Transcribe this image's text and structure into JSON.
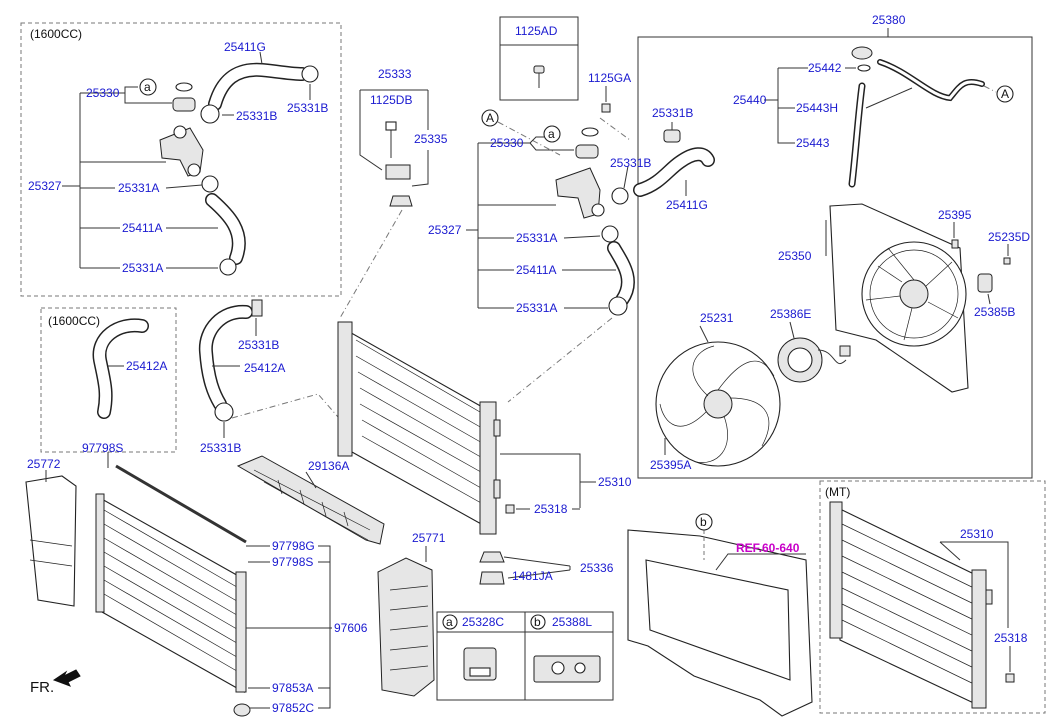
{
  "labels": {
    "g1600cc_top": "(1600CC)",
    "g1600cc_mid": "(1600CC)",
    "mt": "(MT)",
    "p25411G_l": "25411G",
    "p25330_l": "25330",
    "p25331B_l1": "25331B",
    "p25331B_l2": "25331B",
    "p25327_l": "25327",
    "p25331A_l1": "25331A",
    "p25411A_l": "25411A",
    "p25331A_l2": "25331A",
    "p25412A_1": "25412A",
    "p25331B_m1": "25331B",
    "p25412A_2": "25412A",
    "p25331B_m2": "25331B",
    "p25333": "25333",
    "p1125DB": "1125DB",
    "p25335": "25335",
    "p1125AD": "1125AD",
    "p1125GA": "1125GA",
    "p25330_r": "25330",
    "p25331B_r1": "25331B",
    "p25331B_r2": "25331B",
    "p25411G_r": "25411G",
    "p25327_r": "25327",
    "p25331A_r1": "25331A",
    "p25411A_r": "25411A",
    "p25331A_r2": "25331A",
    "p25380": "25380",
    "p25442": "25442",
    "p25440": "25440",
    "p25443H": "25443H",
    "p25443": "25443",
    "p25395": "25395",
    "p25235D": "25235D",
    "p25350": "25350",
    "p25385B": "25385B",
    "p25231": "25231",
    "p25386E": "25386E",
    "p25395A": "25395A",
    "p25772": "25772",
    "p97798S_1": "97798S",
    "p29136A": "29136A",
    "p25310_c": "25310",
    "p25318_c": "25318",
    "p97798G": "97798G",
    "p97798S_2": "97798S",
    "p25771": "25771",
    "p25336": "25336",
    "p1481JA": "1481JA",
    "p97606": "97606",
    "p97853A": "97853A",
    "p97852C": "97852C",
    "p25328C": "25328C",
    "p25388L": "25388L",
    "p25310_mt": "25310",
    "p25318_mt": "25318",
    "ref": "REF.60-640",
    "fr": "FR.",
    "circ_a1": "a",
    "circ_a2": "a",
    "circ_a3": "a",
    "circ_b1": "b",
    "circ_b2": "b",
    "circ_A1": "A",
    "circ_A2": "A"
  },
  "colors": {
    "label": "#1a1ad0",
    "ref": "#c800c8",
    "line": "#333333"
  }
}
